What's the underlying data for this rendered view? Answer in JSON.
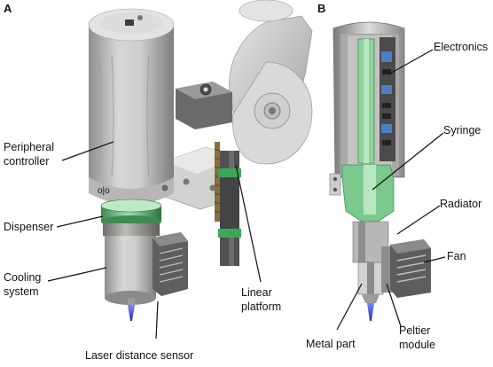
{
  "panels": {
    "a": {
      "letter": "A",
      "labels": {
        "peripheral_controller": [
          "Peripheral",
          "controller"
        ],
        "dispenser": "Dispenser",
        "cooling_system": [
          "Cooling",
          "system"
        ],
        "laser_distance_sensor": "Laser distance sensor",
        "linear_platform": [
          "Linear",
          "platform"
        ]
      }
    },
    "b": {
      "letter": "B",
      "labels": {
        "electronics": "Electronics",
        "syringe": "Syringe",
        "radiator": "Radiator",
        "fan": "Fan",
        "metal_part": "Metal part",
        "peltier_module": [
          "Peltier",
          "module"
        ]
      }
    }
  },
  "colors": {
    "body_gray": "#c9c8c6",
    "accent_green": "#7cc98f",
    "needle_blue": "#4a56d8",
    "electronics_blue": "#4a7fc1",
    "platform_dark": "#4f4f4f"
  }
}
